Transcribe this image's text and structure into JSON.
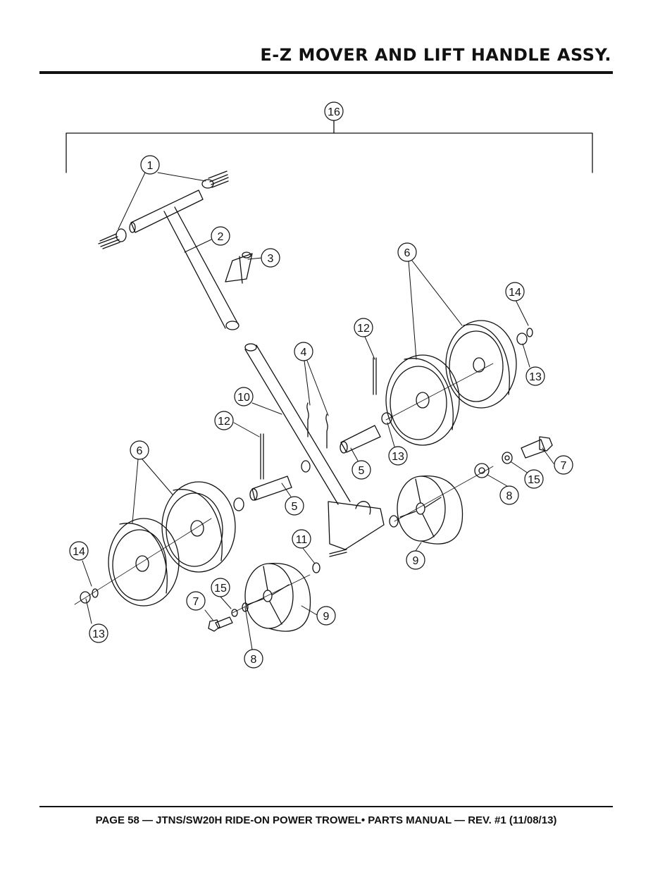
{
  "header": {
    "title": "E-Z MOVER AND LIFT HANDLE ASSY."
  },
  "footer": {
    "text": "PAGE 58 — JTNS/SW20H RIDE-ON POWER TROWEL• PARTS MANUAL — REV. #1 (11/08/13)"
  },
  "callouts": [
    "16",
    "1",
    "2",
    "3",
    "6",
    "14",
    "12",
    "4",
    "13",
    "10",
    "12",
    "13",
    "5",
    "6",
    "5",
    "7",
    "15",
    "8",
    "11",
    "9",
    "14",
    "15",
    "7",
    "9",
    "13",
    "8"
  ]
}
